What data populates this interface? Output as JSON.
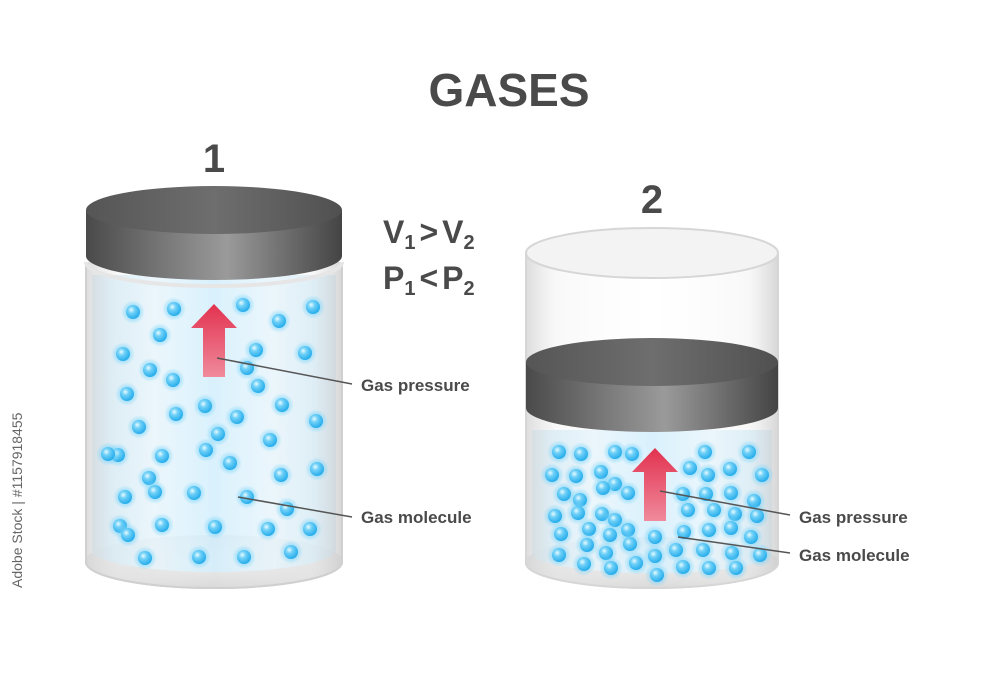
{
  "title": "GASES",
  "containers": [
    {
      "number": "1",
      "pressure_label": "Gas pressure",
      "molecule_label": "Gas molecule"
    },
    {
      "number": "2",
      "pressure_label": "Gas pressure",
      "molecule_label": "Gas molecule"
    }
  ],
  "relations": {
    "volume": {
      "left": "V",
      "left_sub": "1",
      "op": ">",
      "right": "V",
      "right_sub": "2"
    },
    "pressure": {
      "left": "P",
      "left_sub": "1",
      "op": "<",
      "right": "P",
      "right_sub": "2"
    }
  },
  "stock_id": "Adobe Stock | #1157918455",
  "colors": {
    "text": "#4a4a4a",
    "lid": "#5a5a5a",
    "molecule": "#4fc3f7",
    "gas": "#bfe7fb",
    "arrow": "#e33a5a"
  }
}
